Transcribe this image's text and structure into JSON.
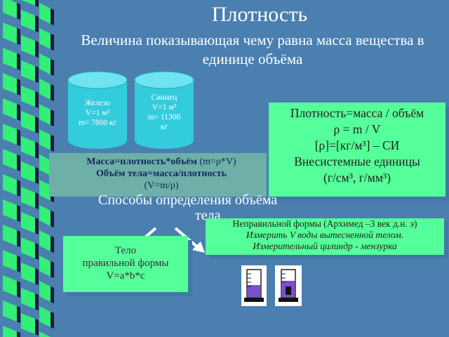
{
  "title": "Плотность",
  "subtitle": "Величина показывающая чему равна масса вещества в единице объёма",
  "cylinders": [
    {
      "lines": [
        "Железо",
        "V=1 м³",
        "m= 7800 кг"
      ]
    },
    {
      "lines": [
        "Свинец",
        "V=1 м³",
        "m= 11300",
        "кг"
      ]
    }
  ],
  "formulas": {
    "lines": [
      "Плотность=масса / объём",
      "ρ = m / V",
      "[ρ]=[кг/м³] – СИ",
      "Внесистемные единицы",
      "(г/см³, г/мм³)"
    ]
  },
  "mass_relations": {
    "line1_bold": "Масса=плотность*объём",
    "line1_rest": " (m=ρ*V)",
    "line2_bold": "Объём тела=масса/плотность",
    "line3": "(V=m/ρ)"
  },
  "methods_heading": {
    "line1": "Способы определения объёма",
    "line2": "тела"
  },
  "irregular": {
    "line1": "Неправильной формы (Архимед –3 век д.н. э)",
    "line2": "Измерить V воды вытесненной телом.",
    "line3": "Измерительный цилиндр - мензурка"
  },
  "regular": {
    "lines": [
      "Тело",
      "правильной формы",
      "V=a*b*c"
    ]
  },
  "colors": {
    "background": "#4a7fb0",
    "box_green": "#55ff99",
    "cylinder_cyan": "#33ccdd"
  }
}
